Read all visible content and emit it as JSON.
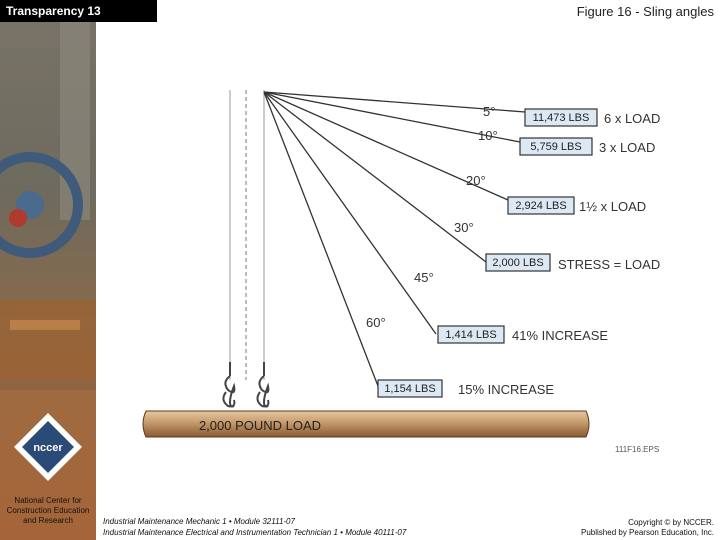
{
  "header": {
    "transparency_label": "Transparency 13",
    "figure_title": "Figure 16 - Sling angles"
  },
  "sidebar": {
    "org_name": "National Center for Construction Education and Research",
    "logo_text": "nccer"
  },
  "diagram": {
    "load_label": "2,000 POUND LOAD",
    "eps_label": "111F16.EPS",
    "slings": [
      {
        "angle": "5°",
        "force": "11,473 LBS",
        "note": "6 x LOAD"
      },
      {
        "angle": "10°",
        "force": "5,759 LBS",
        "note": "3 x LOAD"
      },
      {
        "angle": "20°",
        "force": "2,924 LBS",
        "note": "1½ x LOAD"
      },
      {
        "angle": "30°",
        "force": "2,000 LBS",
        "note": "STRESS = LOAD"
      },
      {
        "angle": "45°",
        "force": "1,414 LBS",
        "note": "41% INCREASE"
      },
      {
        "angle": "60°",
        "force": "1,154 LBS",
        "note": "15% INCREASE"
      }
    ]
  },
  "footer": {
    "module_line_1": "Industrial Maintenance Mechanic 1 • Module 32111-07",
    "module_line_2": "Industrial Maintenance Electrical and Instrumentation Technician 1 • Module 40111-07",
    "copyright_line_1": "Copyright © by NCCER.",
    "copyright_line_2": "Published by Pearson Education, Inc."
  },
  "colors": {
    "force_box": "#dce8f4",
    "load_bar": "#c49a6c",
    "title_bar": "#000000"
  }
}
